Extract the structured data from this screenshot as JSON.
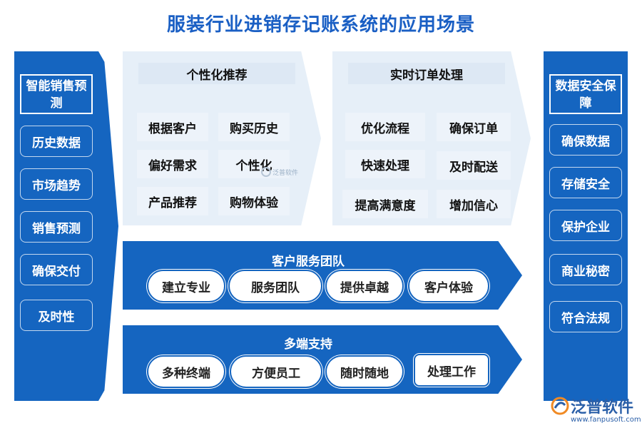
{
  "title": "服装行业进销存记账系统的应用场景",
  "left": {
    "head": "智能销售预测",
    "items": [
      "历史数据",
      "市场趋势",
      "销售预测",
      "确保交付",
      "及时性"
    ]
  },
  "right": {
    "head": "数据安全保障",
    "items": [
      "确保数据",
      "存储安全",
      "保护企业",
      "商业秘密",
      "符合法规"
    ]
  },
  "panel1": {
    "title": "个性化推荐",
    "cells": [
      "根据客户",
      "购买历史",
      "偏好需求",
      "个性化",
      "产品推荐",
      "购物体验"
    ]
  },
  "panel2": {
    "title": "实时订单处理",
    "cells": [
      "优化流程",
      "确保订单",
      "快速处理",
      "及时配送",
      "提高满意度",
      "增加信心"
    ]
  },
  "bar1": {
    "title": "客户服务团队",
    "pills": [
      "建立专业",
      "服务团队",
      "提供卓越",
      "客户体验"
    ]
  },
  "bar2": {
    "title": "多端支持",
    "pills": [
      "多种终端",
      "方便员工",
      "随时随地",
      "处理工作"
    ]
  },
  "watermark": "泛普软件",
  "logo": {
    "name": "泛普软件",
    "url": "www.fanpusoft.com"
  },
  "colors": {
    "primary": "#1565c0",
    "title": "#1a5fc4",
    "panel": "#e6eff8"
  }
}
